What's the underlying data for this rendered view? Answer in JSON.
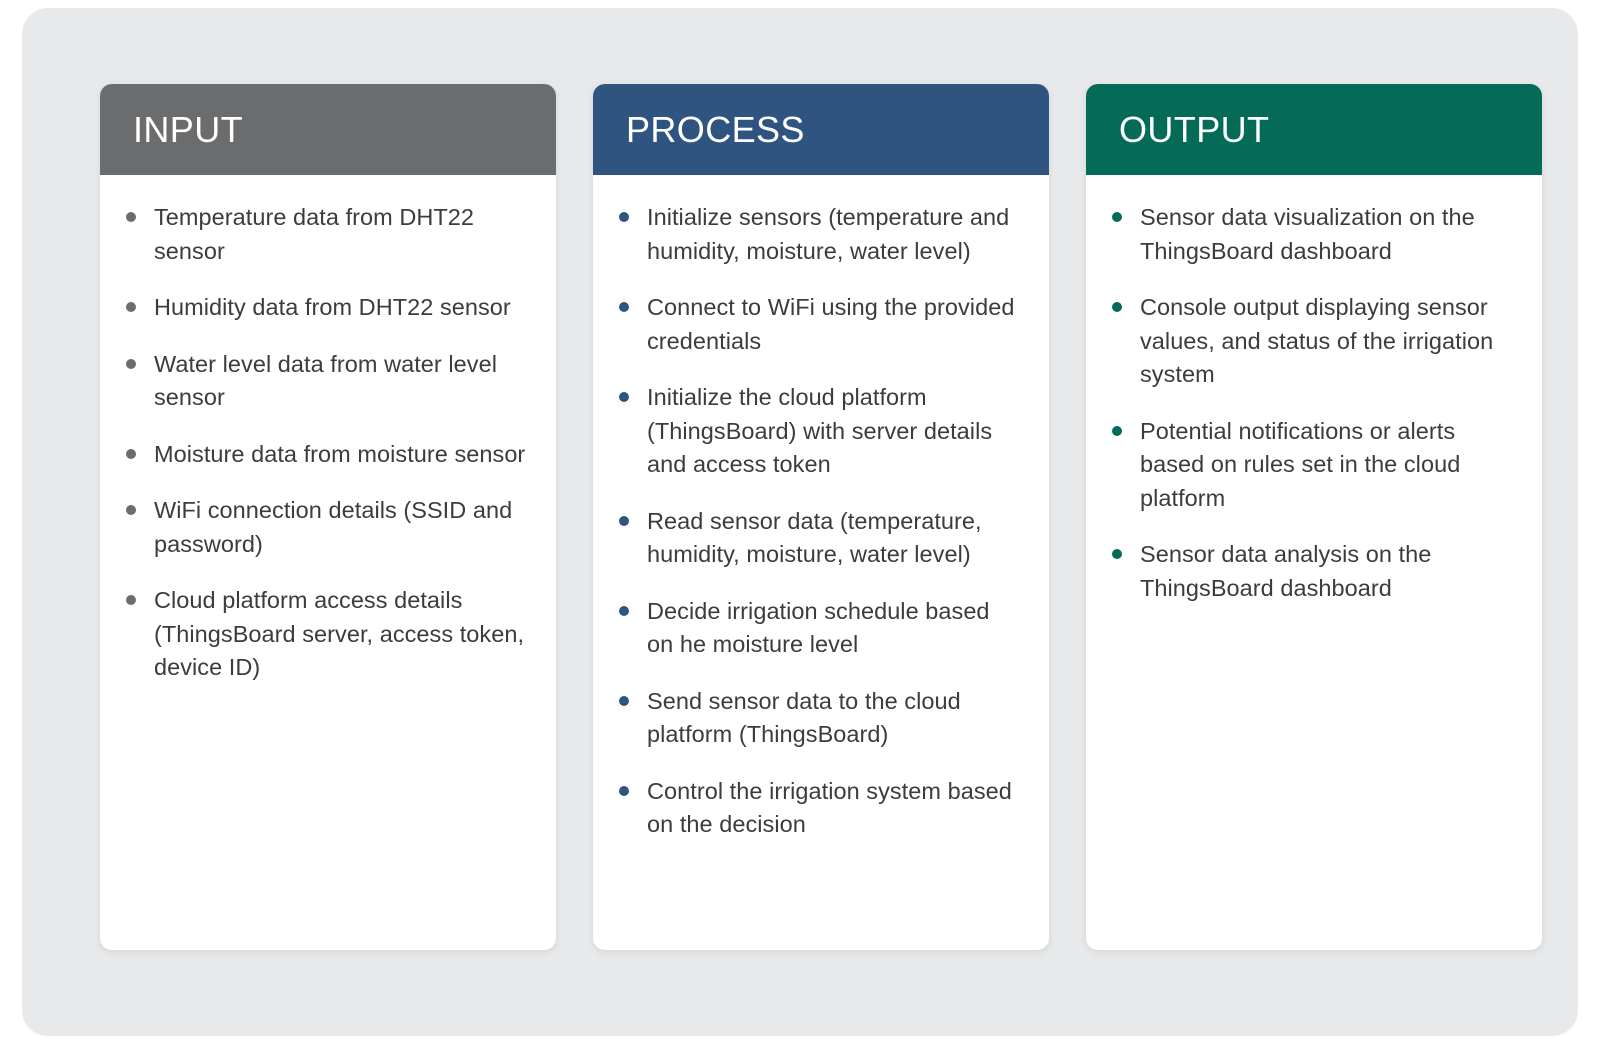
{
  "diagram": {
    "type": "input-process-output",
    "background_color": "#e7e9ea",
    "card_background": "#ffffff",
    "text_color": "#3c3c3f",
    "columns": [
      {
        "id": "input",
        "title": "INPUT",
        "accent_color": "#6b6c6e",
        "items": [
          "Temperature data from DHT22 sensor",
          "Humidity data from DHT22 sensor",
          "Water level data from water level sensor",
          "Moisture data from moisture sensor",
          "WiFi connection details (SSID and password)",
          "Cloud platform access details (ThingsBoard server, access token, device ID)"
        ]
      },
      {
        "id": "process",
        "title": "PROCESS",
        "accent_color": "#2f5480",
        "items": [
          "Initialize sensors (temperature and humidity, moisture, water level)",
          "Connect to WiFi using the provided credentials",
          "Initialize the cloud platform (ThingsBoard) with server details and access token",
          "Read sensor data (temperature, humidity, moisture, water level)",
          "Decide irrigation schedule based on he moisture level",
          "Send sensor data to the cloud platform (ThingsBoard)",
          "Control the irrigation system based on the decision"
        ]
      },
      {
        "id": "output",
        "title": "OUTPUT",
        "accent_color": "#056b56",
        "items": [
          "Sensor data visualization on the ThingsBoard dashboard",
          "Console output displaying sensor values, and status of the irrigation system",
          "Potential notifications or alerts based on rules set in the cloud platform",
          "Sensor data analysis on the ThingsBoard dashboard"
        ]
      }
    ]
  }
}
